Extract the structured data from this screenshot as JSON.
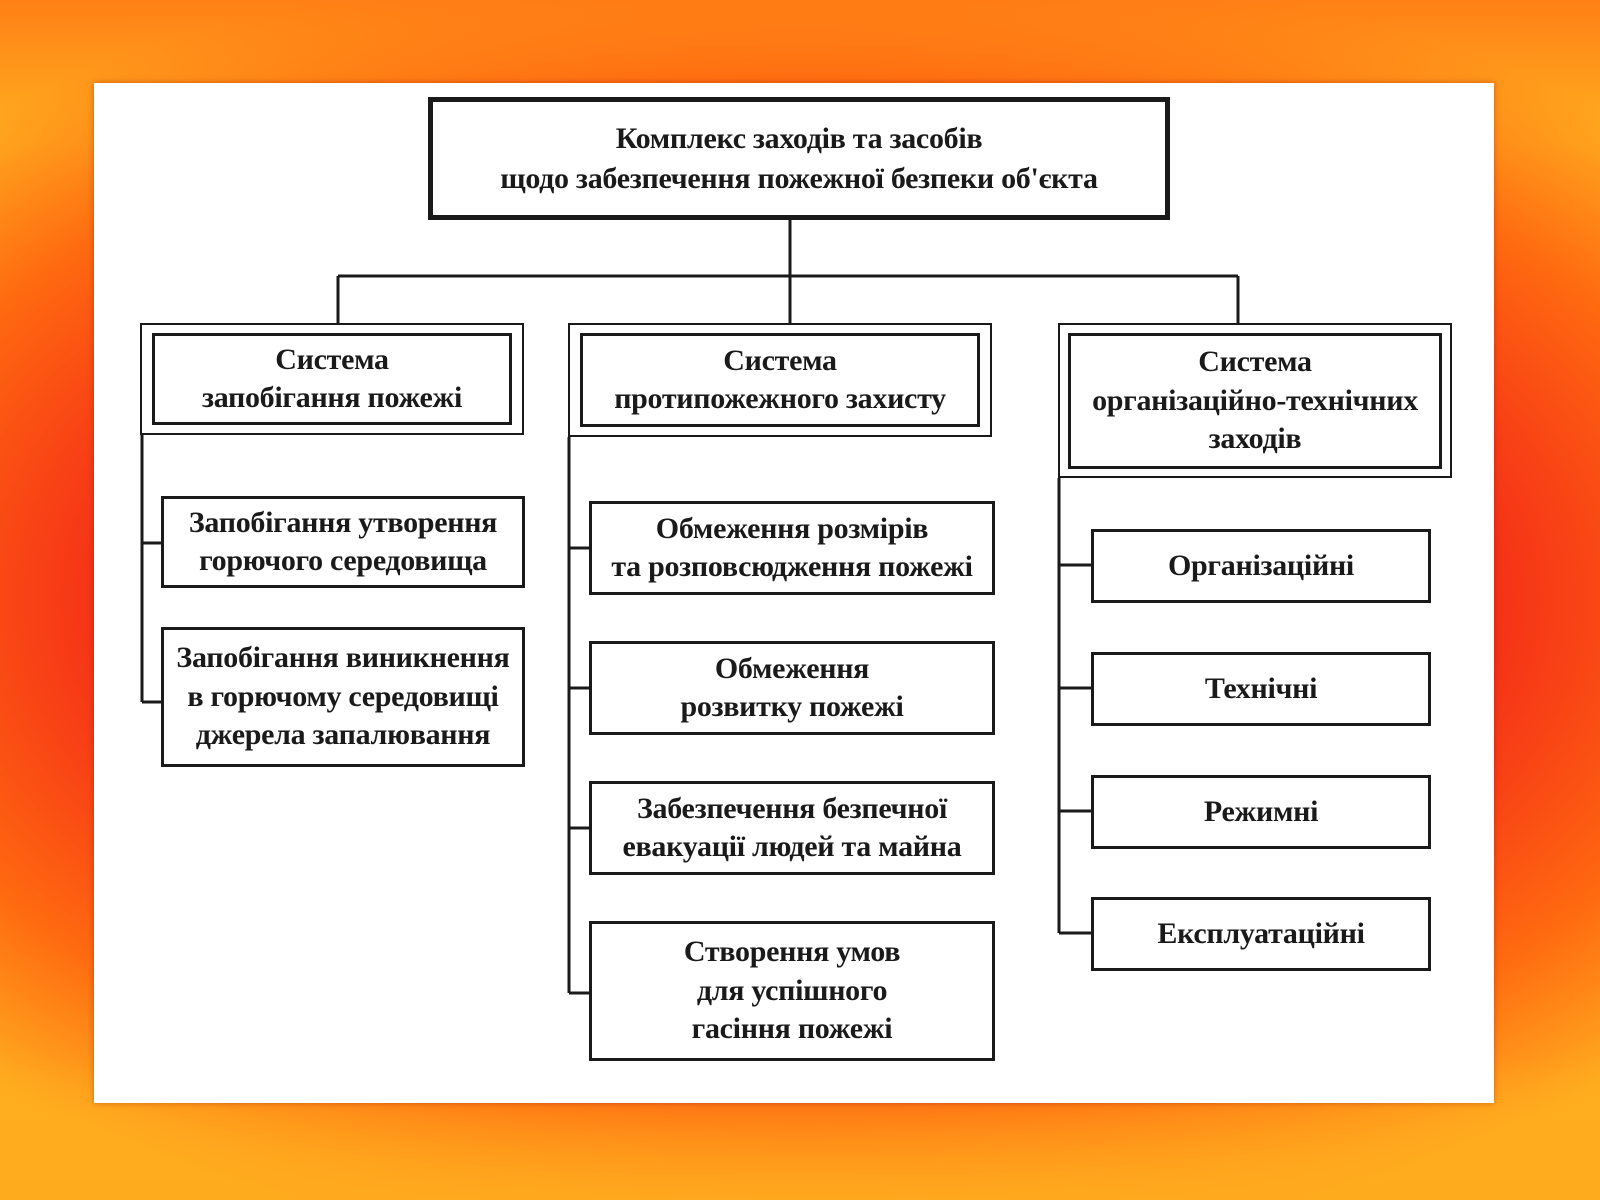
{
  "root": {
    "text": "Комплекс заходів  та засобів\nщодо забезпечення пожежної безпеки об'єкта"
  },
  "systems": [
    {
      "title": "Система\nзапобігання пожежі",
      "items": [
        "Запобігання утворення\nгорючого середовища",
        "Запобігання виникнення\nв  горючому середовищі\nджерела запалювання"
      ]
    },
    {
      "title": "Система\nпротипожежного захисту",
      "items": [
        "Обмеження розмірів\nта розповсюдження пожежі",
        "Обмеження\nрозвитку пожежі",
        "Забезпечення безпечної\nевакуації людей та майна",
        "Створення умов\nдля успішного\nгасіння пожежі"
      ]
    },
    {
      "title": "Система\nорганізаційно-технічних\nзаходів",
      "items": [
        "Організаційні",
        "Технічні",
        "Режимні",
        "Експлуатаційні"
      ]
    }
  ]
}
